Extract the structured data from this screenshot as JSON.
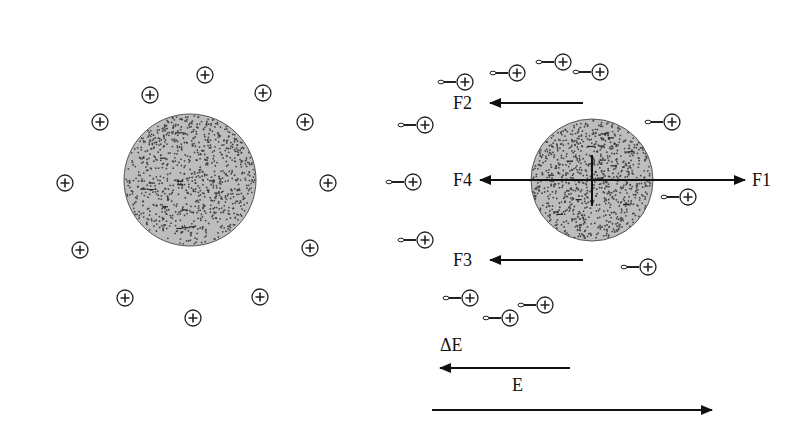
{
  "diagram": {
    "labels": [
      "F2",
      "F4",
      "F1",
      "F3",
      "ΔE",
      "E"
    ]
  }
}
